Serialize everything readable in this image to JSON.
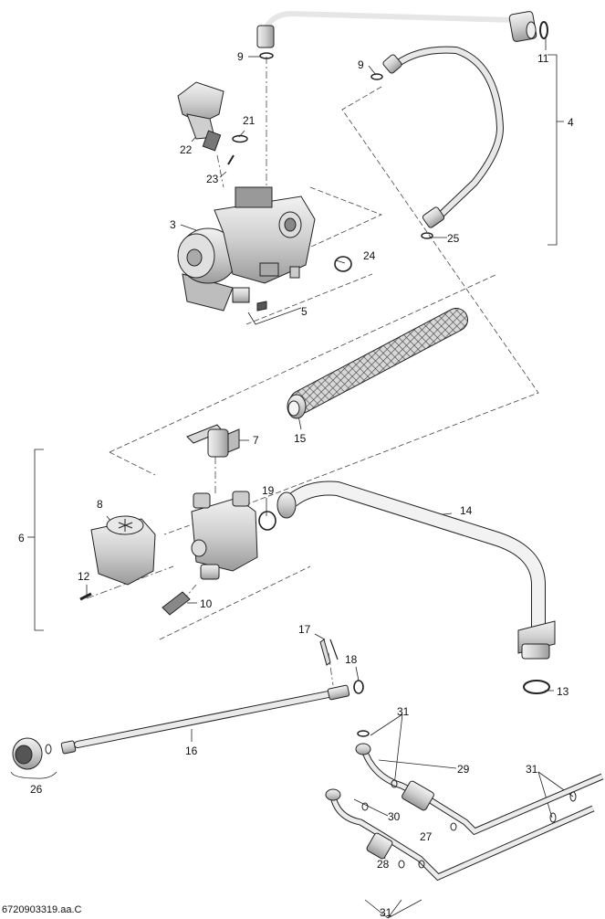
{
  "callouts": {
    "c1": "9",
    "c2": "11",
    "c3": "9",
    "c4": "4",
    "c5": "21",
    "c6": "22",
    "c7": "23",
    "c8": "3",
    "c9": "24",
    "c10": "25",
    "c11": "5",
    "c12": "7",
    "c13": "15",
    "c14": "19",
    "c15": "8",
    "c16": "14",
    "c17": "6",
    "c18": "12",
    "c19": "10",
    "c20": "17",
    "c21": "18",
    "c22": "13",
    "c23": "31",
    "c24": "16",
    "c25": "29",
    "c26": "31",
    "c27": "26",
    "c28": "30",
    "c29": "27",
    "c30": "28",
    "c31": "31"
  },
  "document_id": "6720903319.aa.C"
}
